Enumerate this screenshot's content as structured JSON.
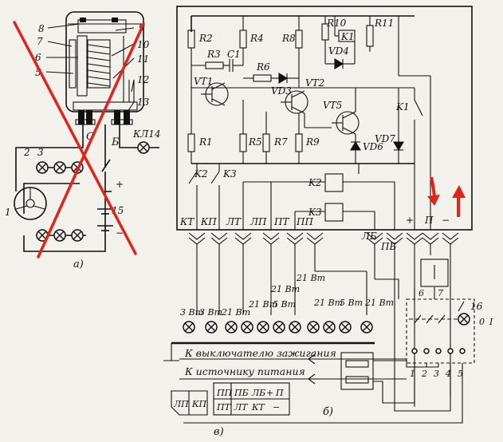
{
  "panel_a": {
    "callouts": [
      "8",
      "7",
      "6",
      "5",
      "9",
      "10",
      "11",
      "12",
      "13"
    ],
    "terminals": {
      "s": "С",
      "b": "Б"
    },
    "relay_lamp": "КЛ14",
    "lamp_nums": [
      "2",
      "3"
    ],
    "bulb": "1",
    "battery": "15",
    "plus": "+",
    "minus": "−",
    "label": "а)"
  },
  "relay": {
    "resistors": [
      "R2",
      "R3",
      "R4",
      "R8",
      "R10",
      "R11",
      "R6",
      "R1",
      "R5",
      "R7",
      "R9"
    ],
    "capacitor": "C1",
    "transistors": [
      "VT1",
      "VT2",
      "VT5"
    ],
    "diodes": [
      "VD3",
      "VD4",
      "VD6",
      "VD7"
    ],
    "relays": [
      "K1",
      "K2",
      "K3"
    ],
    "k_contacts": [
      "K1",
      "K2",
      "K3"
    ],
    "terminals": [
      "КТ",
      "КП",
      "ЛТ",
      "ЛП",
      "ПТ",
      "ПП",
      "+",
      "П",
      "−"
    ],
    "lower_terminals": [
      "ЛБ",
      "ПБ"
    ]
  },
  "panel_b": {
    "lamp_ratings": [
      "3 Вт",
      "3 Вт",
      "21 Вт",
      "21 Вт",
      "5 Вт",
      "21 Вт",
      "21 Вт",
      "5 Вт",
      "21 Вт"
    ],
    "mid_rating": "21 Вт",
    "ignition": "К выключателю зажигания",
    "power": "К источнику питания",
    "switch": "16",
    "switch_pos": [
      "0",
      "I"
    ],
    "switch_top": [
      "6",
      "7"
    ],
    "switch_bottom": [
      "1",
      "2",
      "3",
      "4",
      "5"
    ],
    "label": "б)"
  },
  "panel_c": {
    "conn_left": [
      "ЛП",
      "КП"
    ],
    "conn_right_top": [
      "ПП",
      "ПБ",
      "ЛБ",
      "+",
      "П"
    ],
    "conn_right_bot": [
      "ПТ",
      "ЛТ",
      "КТ",
      "−"
    ],
    "label": "в)"
  },
  "accent": {
    "cross": "#e0231b",
    "arrow": "#e0231b"
  }
}
